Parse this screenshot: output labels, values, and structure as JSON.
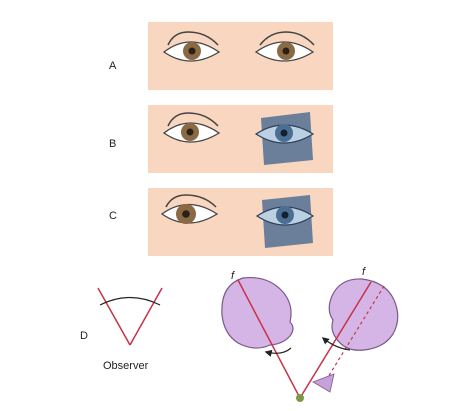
{
  "labels": {
    "row_a": "A",
    "row_b": "B",
    "row_c": "C",
    "row_d": "D",
    "observer": "Observer",
    "f_left": "f",
    "f_right": "f"
  },
  "colors": {
    "skin": "#f8d6bf",
    "brown_iris": "#8a6a45",
    "blue_iris": "#4a6f93",
    "cover": "#5c7596",
    "eyeball": "#d4b5e6",
    "eyeball_stroke": "#7a5a8a",
    "line_red": "#c8324a",
    "point_green": "#7a9a4a"
  }
}
